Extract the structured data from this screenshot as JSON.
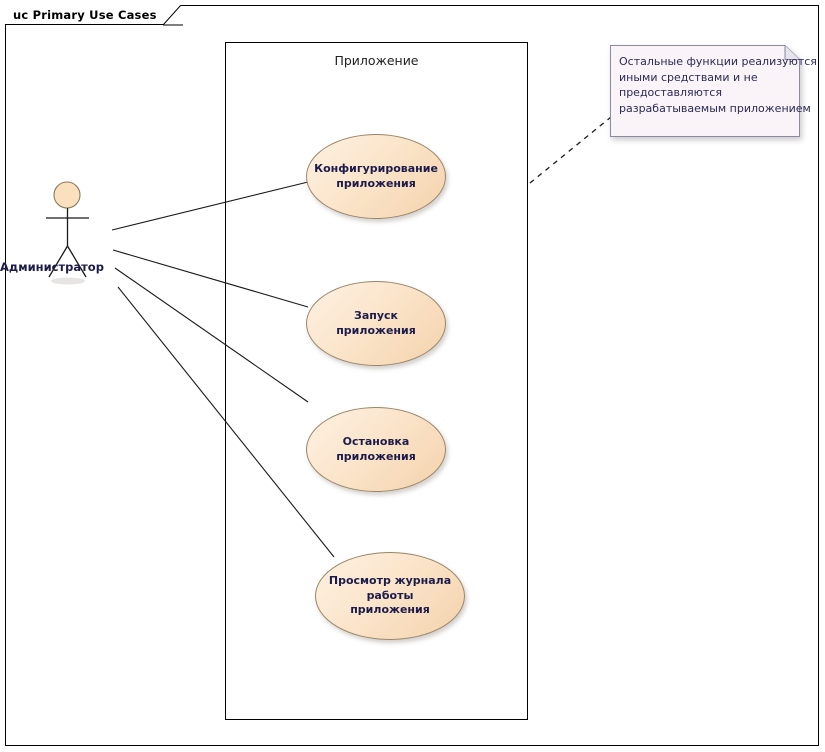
{
  "diagram": {
    "frame_title": "uc Primary Use Cases",
    "system_boundary_label": "Приложение",
    "colors": {
      "use_case_fill": "#fbe5cb",
      "use_case_border": "#9a8567",
      "note_fill": "#faf4f8",
      "note_border": "#8a8aa0",
      "text": "#1c1c4a",
      "line": "#000000"
    }
  },
  "actor": {
    "name": "Администратор",
    "icon": "stick-figure-actor-icon"
  },
  "use_cases": [
    {
      "id": "configure-application",
      "label": "Конфигурирование\nприложения"
    },
    {
      "id": "start-application",
      "label": "Запуск приложения"
    },
    {
      "id": "stop-application",
      "label": "Остановка\nприложения"
    },
    {
      "id": "view-application-log",
      "label": "Просмотр журнала\nработы приложения"
    }
  ],
  "note": {
    "lines": [
      "Остальные функции реализуются",
      "иными средствами и не",
      "предоставляются",
      "разрабатываемым приложением"
    ]
  },
  "associations": [
    {
      "from": "actor",
      "to": "configure-application"
    },
    {
      "from": "actor",
      "to": "start-application"
    },
    {
      "from": "actor",
      "to": "stop-application"
    },
    {
      "from": "actor",
      "to": "view-application-log"
    }
  ]
}
